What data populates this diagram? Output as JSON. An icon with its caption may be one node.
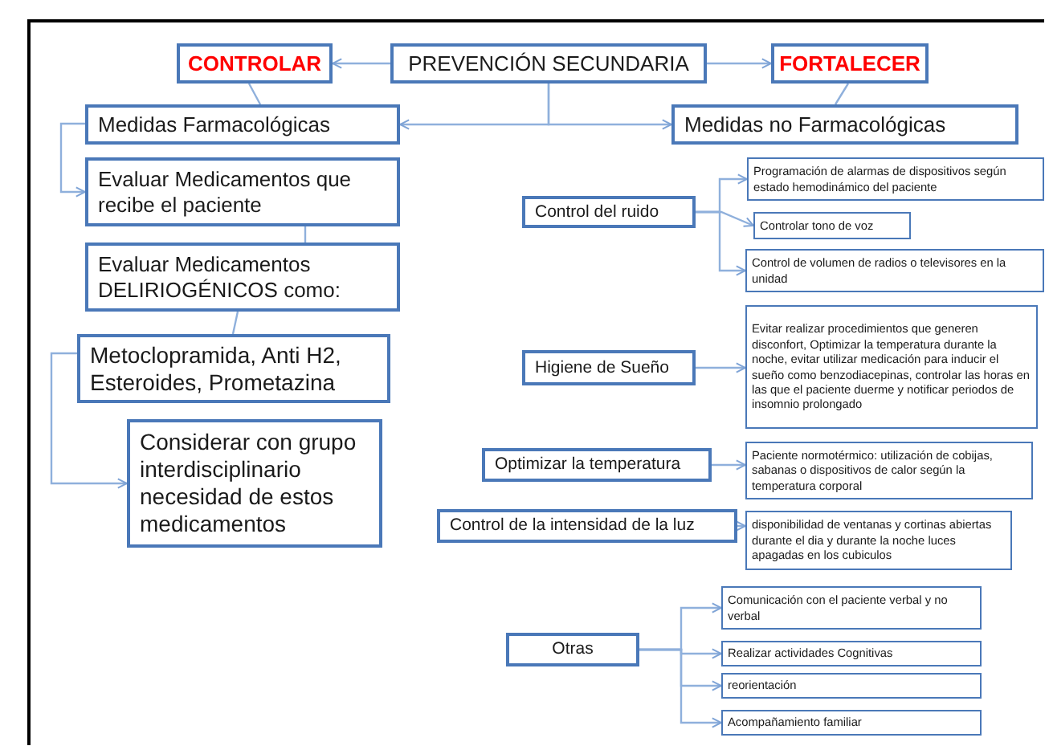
{
  "diagram": {
    "nodes": [
      {
        "text": [
          "PREVENCIÓN SECUNDARIA"
        ]
      },
      {
        "text": [
          "CONTROLAR"
        ]
      },
      {
        "text": [
          "FORTALECER"
        ]
      },
      {
        "text": [
          "Medidas Farmacológicas"
        ]
      },
      {
        "text": [
          "Medidas no Farmacológicas"
        ]
      },
      {
        "text": [
          "Evaluar Medicamentos que recibe el paciente"
        ]
      },
      {
        "text": [
          "Evaluar Medicamentos DELIRIOGÉNICOS como:"
        ]
      },
      {
        "text": [
          "Metoclopramida, Anti H2, Esteroides, Prometazina"
        ]
      },
      {
        "text": [
          "Considerar con grupo interdisciplinario necesidad de estos medicamentos"
        ]
      },
      {
        "text": [
          "Control del ruido"
        ]
      },
      {
        "text": [
          "Programación de alarmas de dispositivos según estado hemodinámico del paciente"
        ]
      },
      {
        "text": [
          "Controlar tono de voz"
        ]
      },
      {
        "text": [
          "Control de volumen de radios o televisores en la unidad"
        ]
      },
      {
        "text": [
          "Higiene de Sueño"
        ]
      },
      {
        "text": [
          "Evitar realizar procedimientos que generen disconfort, Optimizar la temperatura durante la noche, evitar utilizar medicación para inducir el sueño como benzodiacepinas, controlar las horas en las que el paciente duerme y notificar periodos de insomnio prolongado"
        ]
      },
      {
        "text": [
          "Optimizar la temperatura"
        ]
      },
      {
        "text": [
          "Paciente normotérmico: utilización de cobijas, sabanas o dispositivos de calor según la temperatura corporal"
        ]
      },
      {
        "text": [
          "Control de la intensidad de la luz"
        ]
      },
      {
        "text": [
          "disponibilidad de ventanas y cortinas abiertas durante el dia y durante la noche luces apagadas en los cubiculos"
        ]
      },
      {
        "text": [
          "Otras"
        ]
      },
      {
        "text": [
          "Comunicación con el paciente verbal y no verbal"
        ]
      },
      {
        "text": [
          "Realizar actividades Cognitivas"
        ]
      },
      {
        "text": [
          "reorientación"
        ]
      },
      {
        "text": [
          "Acompañamiento familiar"
        ]
      }
    ],
    "edges": [
      {
        "from": 0,
        "to": 1,
        "arrow": "to"
      },
      {
        "from": 0,
        "to": 2,
        "arrow": "to"
      },
      {
        "from": 1,
        "to": 3,
        "arrow": "none"
      },
      {
        "from": 2,
        "to": 4,
        "arrow": "none"
      },
      {
        "from": 0,
        "to": 3,
        "arrow": "to"
      },
      {
        "from": 0,
        "to": 4,
        "arrow": "to"
      },
      {
        "from": 3,
        "to": 5,
        "arrow": "to"
      },
      {
        "from": 5,
        "to": 6,
        "arrow": "none"
      },
      {
        "from": 6,
        "to": 7,
        "arrow": "none"
      },
      {
        "from": 7,
        "to": 8,
        "arrow": "to"
      },
      {
        "from": 9,
        "to": 10,
        "arrow": "to"
      },
      {
        "from": 9,
        "to": 11,
        "arrow": "to"
      },
      {
        "from": 9,
        "to": 12,
        "arrow": "to"
      },
      {
        "from": 13,
        "to": 14,
        "arrow": "to"
      },
      {
        "from": 15,
        "to": 16,
        "arrow": "to"
      },
      {
        "from": 17,
        "to": 18,
        "arrow": "to"
      },
      {
        "from": 19,
        "to": 20,
        "arrow": "to"
      },
      {
        "from": 19,
        "to": 21,
        "arrow": "to"
      },
      {
        "from": 19,
        "to": 22,
        "arrow": "to"
      },
      {
        "from": 19,
        "to": 23,
        "arrow": "to"
      }
    ]
  }
}
